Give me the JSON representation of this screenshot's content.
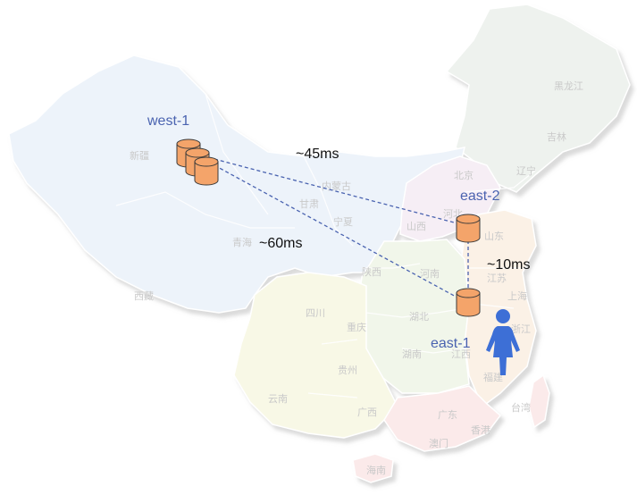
{
  "map": {
    "provinces": {
      "heilongjiang": "黑龙江",
      "jilin": "吉林",
      "liaoning": "辽宁",
      "beijing": "北京",
      "hebei": "河北",
      "neimenggu": "内蒙古",
      "xinjiang": "新疆",
      "xizang": "西藏",
      "qinghai": "青海",
      "gansu": "甘肃",
      "ningxia": "宁夏",
      "shanxi": "山西",
      "shandong": "山东",
      "henan": "河南",
      "shaanxi": "陕西",
      "jiangsu": "江苏",
      "shanghai": "上海",
      "sichuan": "四川",
      "chongqing": "重庆",
      "hubei": "湖北",
      "zhejiang": "浙江",
      "hunan": "湖南",
      "jiangxi": "江西",
      "guizhou": "贵州",
      "fujian": "福建",
      "yunnan": "云南",
      "guangxi": "广西",
      "guangdong": "广东",
      "taiwan": "台湾",
      "xianggang": "香港",
      "aomen": "澳门",
      "hainan": "海南"
    }
  },
  "sites": {
    "west": "west-1",
    "east1": "east-1",
    "east2": "east-2"
  },
  "latencies": {
    "west_east2": "~45ms",
    "west_east1": "~60ms",
    "east1_east2": "~10ms"
  },
  "colors": {
    "cylinder_fill": "#f4a46a",
    "cylinder_stroke": "#3a3a3a",
    "link": "#4a63b0",
    "site_label": "#4a63b0",
    "user": "#3d6fd6"
  },
  "icons": {
    "database": "database-cylinder-icon",
    "user": "user-person-icon"
  }
}
